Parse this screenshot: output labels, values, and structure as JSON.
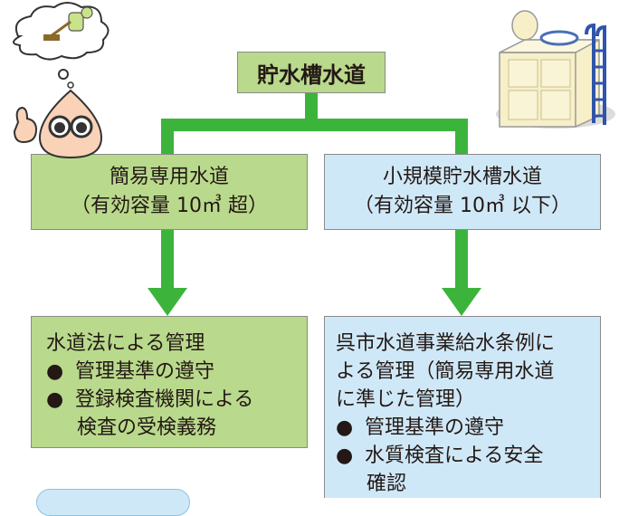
{
  "root": {
    "label": "貯水槽水道"
  },
  "left_type": {
    "line1": "簡易専用水道",
    "line2": "（有効容量 10㎥ 超）"
  },
  "right_type": {
    "line1": "小規模貯水槽水道",
    "line2": "（有効容量 10㎥ 以下）"
  },
  "left_mgmt": {
    "title": "水道法による管理",
    "bullets": [
      "管理基準の遵守",
      "登録検査機関による"
    ],
    "continuation": "検査の受検義務"
  },
  "right_mgmt": {
    "title_lines": [
      "呉市水道事業給水条例に",
      "よる管理（簡易専用水道",
      "に準じた管理）"
    ],
    "bullets": [
      "管理基準の遵守",
      "水質検査による安全"
    ],
    "continuation": "確認"
  },
  "bullet_glyph": "●",
  "colors": {
    "green_box": "#b9d98c",
    "blue_box": "#cfe8f7",
    "connector": "#3cb43c",
    "border": "#8a8a8a"
  },
  "icons": [
    "thinking-character-icon",
    "cleaning-worker-icon",
    "water-tank-icon"
  ]
}
